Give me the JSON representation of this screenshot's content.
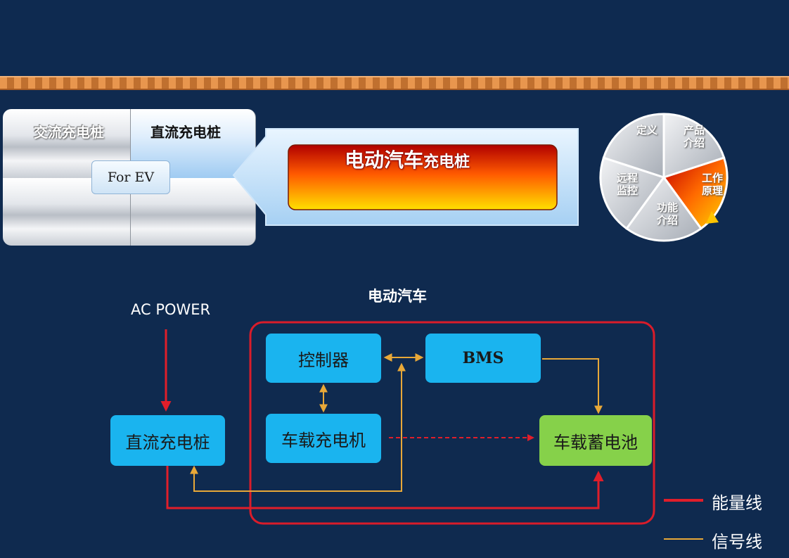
{
  "header": {
    "tabs": [
      {
        "label": "交流充电桩",
        "active": false
      },
      {
        "label": "直流充电桩",
        "active": true
      }
    ],
    "for_ev": "For EV",
    "banner": {
      "big": "电动汽车",
      "small": "充电桩"
    }
  },
  "nav_wheel": {
    "segments": [
      {
        "label": "定义",
        "active": false
      },
      {
        "label": "产品\n介绍",
        "active": false
      },
      {
        "label": "工作\n原理",
        "active": true
      },
      {
        "label": "功能\n介绍",
        "active": false
      },
      {
        "label": "远程\n监控",
        "active": false
      }
    ]
  },
  "diagram": {
    "section_title": "电动汽车",
    "ac_power": "AC POWER",
    "nodes": {
      "controller": "控制器",
      "bms": "BMS",
      "onboard_charger": "车载充电机",
      "dc_pile": "直流充电桩",
      "battery": "车载蓄电池"
    },
    "legend": [
      {
        "label": "能量线",
        "color": "#e01e2a"
      },
      {
        "label": "信号线",
        "color": "#e8a838"
      }
    ]
  },
  "colors": {
    "background": "#0f2a4f",
    "energy_line": "#e01e2a",
    "signal_line": "#e8a838",
    "node_blue": "#1ab4ef",
    "node_green": "#86d14a"
  }
}
